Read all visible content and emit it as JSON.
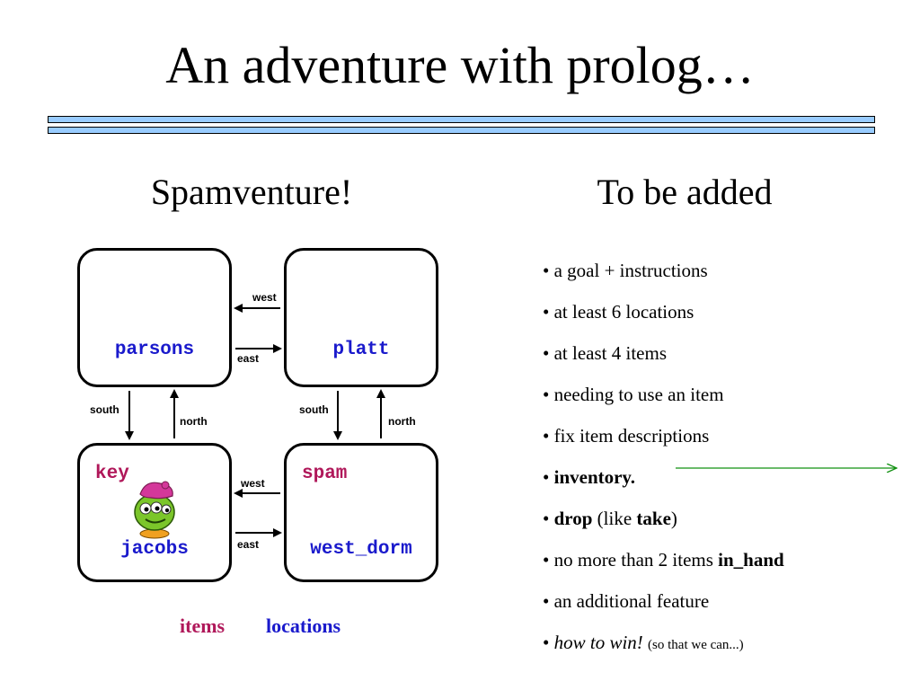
{
  "slide": {
    "title": "An adventure with prolog…",
    "left_heading": "Spamventure!",
    "right_heading": "To be added"
  },
  "map": {
    "locations": {
      "parsons": "parsons",
      "platt": "platt",
      "jacobs": "jacobs",
      "west_dorm": "west_dorm"
    },
    "items": {
      "key": "key",
      "spam": "spam"
    },
    "directions": {
      "west_top": "west",
      "east_top": "east",
      "south_left": "south",
      "north_left": "north",
      "south_right": "south",
      "north_right": "north",
      "west_bottom": "west",
      "east_bottom": "east"
    },
    "legend": {
      "items": "items",
      "locations": "locations"
    },
    "colors": {
      "location_text": "#1a1acc",
      "item_text": "#b0185a",
      "rule_fill": "#99ccff",
      "arrow_green": "#109010"
    },
    "character_icon": "green-alien-character-icon"
  },
  "todo": {
    "bullet": "•",
    "items": [
      {
        "text": "a goal + instructions"
      },
      {
        "text": "at least 6 locations"
      },
      {
        "text": "at least 4 items"
      },
      {
        "text": "needing to use an item"
      },
      {
        "text": "fix item descriptions"
      },
      {
        "bold": "inventory."
      },
      {
        "bold": "drop",
        "mid": " (like ",
        "bold2": "take",
        "end": ")"
      },
      {
        "text": "no more than 2 items ",
        "bold": "in_hand"
      },
      {
        "text": "an additional feature"
      },
      {
        "italic": "how to win!",
        "small": "(so that we can...)"
      }
    ]
  }
}
